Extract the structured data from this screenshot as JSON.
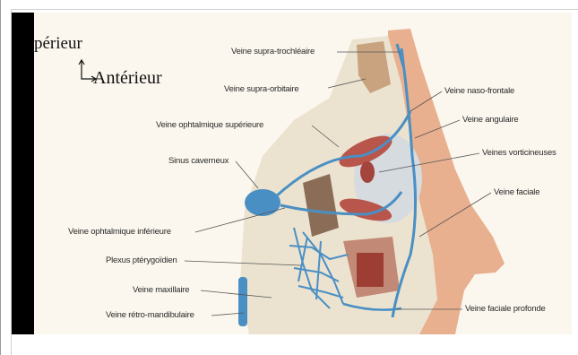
{
  "orientation": {
    "superior_label": "périeur",
    "anterior_label": "Antérieur"
  },
  "labels": {
    "supra_trochleaire": "Veine supra-trochléaire",
    "supra_orbitaire": "Veine supra-orbitaire",
    "naso_frontale": "Veine naso-frontale",
    "angulaire": "Veine angulaire",
    "ophtalmique_sup": "Veine ophtalmique supérieure",
    "sinus_caverneux": "Sinus caverneux",
    "vorticineuses": "Veines vorticineuses",
    "faciale": "Veine faciale",
    "ophtalmique_inf": "Veine ophtalmique inférieure",
    "plexus": "Plexus ptérygoïdien",
    "maxillaire": "Veine maxillaire",
    "retro_mandibulaire": "Veine rétro-mandibulaire",
    "faciale_profonde": "Veine faciale profonde"
  },
  "colors": {
    "vein": "#4a8fc4",
    "skin": "#e9b08f",
    "bone": "#ebe3cf",
    "muscle": "#b9564b",
    "eye": "#d6dbe0"
  }
}
